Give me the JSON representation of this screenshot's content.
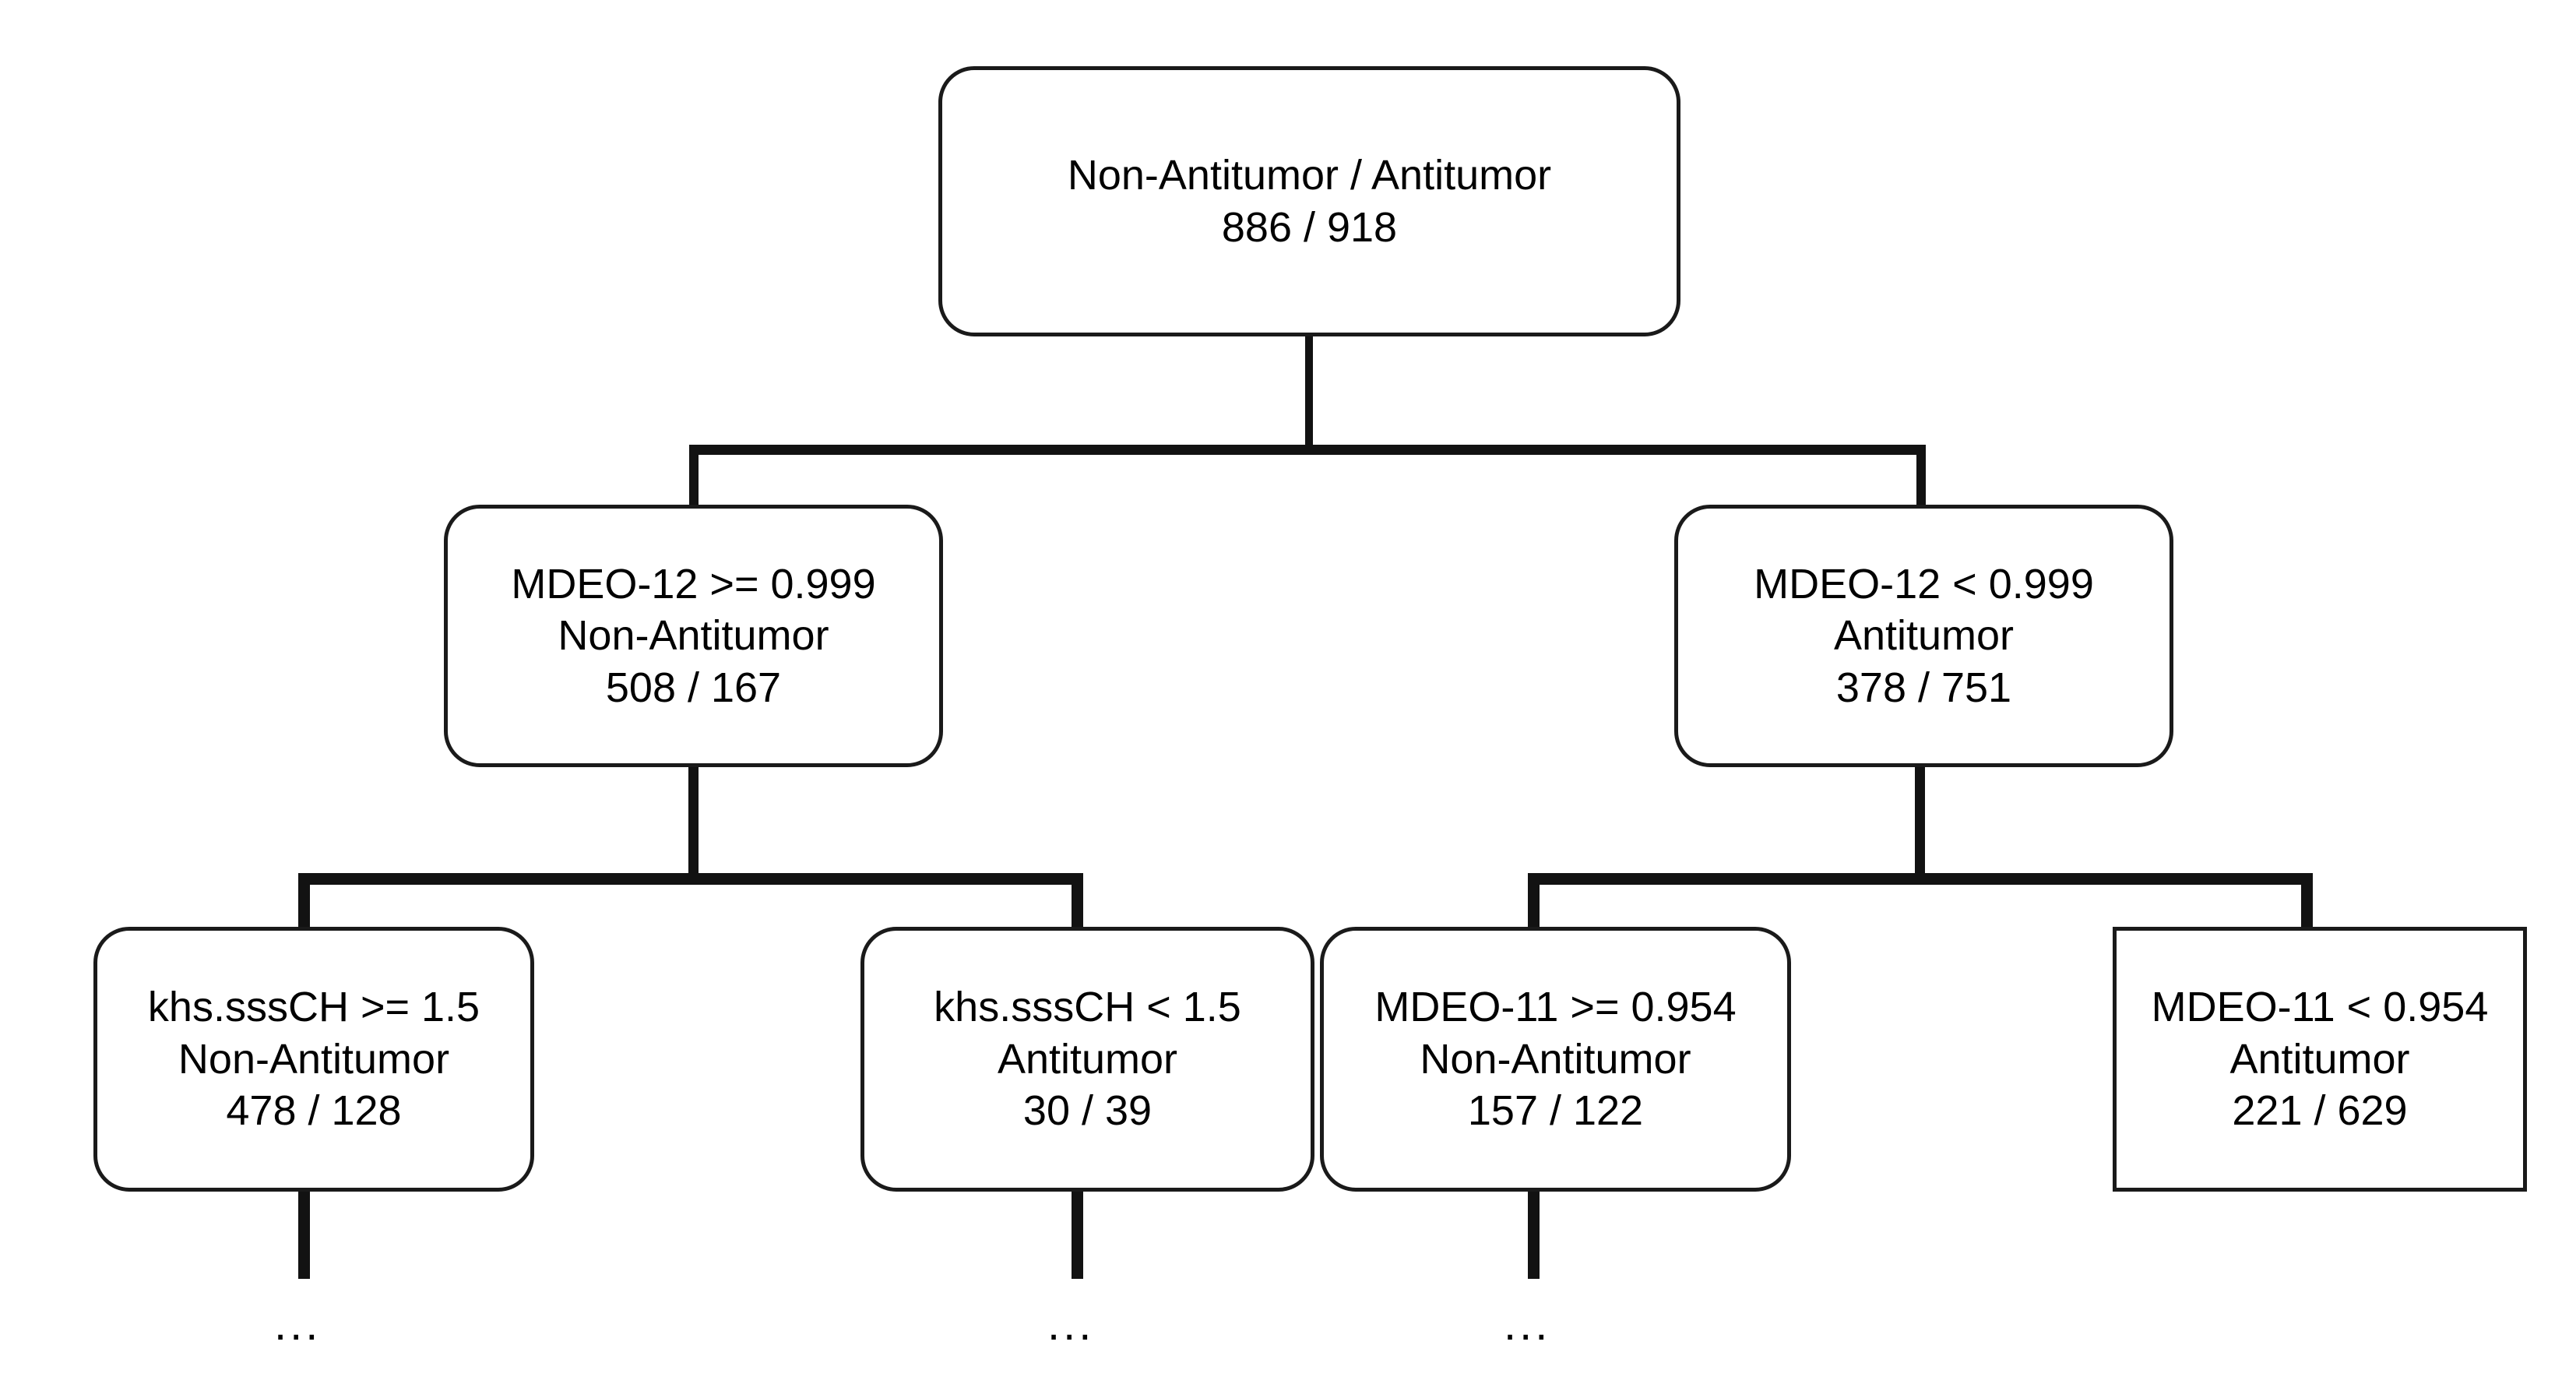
{
  "diagram": {
    "type": "decision-tree",
    "title": "",
    "class_labels": [
      "Non-Antitumor",
      "Antitumor"
    ],
    "root_counts": "886 / 918",
    "continuation_marker": "..."
  },
  "chart_data": {
    "type": "table",
    "title": "",
    "xlabel": "",
    "ylabel": "",
    "nodes": [
      {
        "id": "root",
        "level": 0,
        "condition": "",
        "header": "Non-Antitumor / Antitumor",
        "prediction": "",
        "counts": "886 / 918",
        "non_antitumor": 886,
        "antitumor": 918,
        "shape": "rounded",
        "truncated": false
      },
      {
        "id": "n-left",
        "level": 1,
        "condition": "MDEO-12 >= 0.999",
        "header": "",
        "prediction": "Non-Antitumor",
        "counts": "508 / 167",
        "non_antitumor": 508,
        "antitumor": 167,
        "shape": "rounded",
        "truncated": false
      },
      {
        "id": "n-right",
        "level": 1,
        "condition": "MDEO-12 < 0.999",
        "header": "",
        "prediction": "Antitumor",
        "counts": "378 / 751",
        "non_antitumor": 378,
        "antitumor": 751,
        "shape": "rounded",
        "truncated": false
      },
      {
        "id": "leaf-1",
        "level": 2,
        "condition": "khs.sssCH >= 1.5",
        "header": "",
        "prediction": "Non-Antitumor",
        "counts": "478 / 128",
        "non_antitumor": 478,
        "antitumor": 128,
        "shape": "rounded",
        "truncated": true
      },
      {
        "id": "leaf-2",
        "level": 2,
        "condition": "khs.sssCH < 1.5",
        "header": "",
        "prediction": "Antitumor",
        "counts": "30 / 39",
        "non_antitumor": 30,
        "antitumor": 39,
        "shape": "rounded",
        "truncated": true
      },
      {
        "id": "leaf-3",
        "level": 2,
        "condition": "MDEO-11 >= 0.954",
        "header": "",
        "prediction": "Non-Antitumor",
        "counts": "157 / 122",
        "non_antitumor": 157,
        "antitumor": 122,
        "shape": "rounded",
        "truncated": true
      },
      {
        "id": "leaf-4",
        "level": 2,
        "condition": "MDEO-11 < 0.954",
        "header": "",
        "prediction": "Antitumor",
        "counts": "221 / 629",
        "non_antitumor": 221,
        "antitumor": 629,
        "shape": "square",
        "truncated": false
      }
    ],
    "edges": [
      {
        "from": "root",
        "to": "n-left",
        "label": "MDEO-12 >= 0.999"
      },
      {
        "from": "root",
        "to": "n-right",
        "label": "MDEO-12 < 0.999"
      },
      {
        "from": "n-left",
        "to": "leaf-1",
        "label": "khs.sssCH >= 1.5"
      },
      {
        "from": "n-left",
        "to": "leaf-2",
        "label": "khs.sssCH < 1.5"
      },
      {
        "from": "n-right",
        "to": "leaf-3",
        "label": "MDEO-11 >= 0.954"
      },
      {
        "from": "n-right",
        "to": "leaf-4",
        "label": "MDEO-11 < 0.954"
      }
    ],
    "truncation": {
      "marker": "...",
      "under": [
        "leaf-1",
        "leaf-2",
        "leaf-3"
      ]
    }
  },
  "colors": {
    "background": "#ffffff",
    "node_border": "#1a1a1a",
    "connector": "#121212",
    "text": "#000000"
  }
}
